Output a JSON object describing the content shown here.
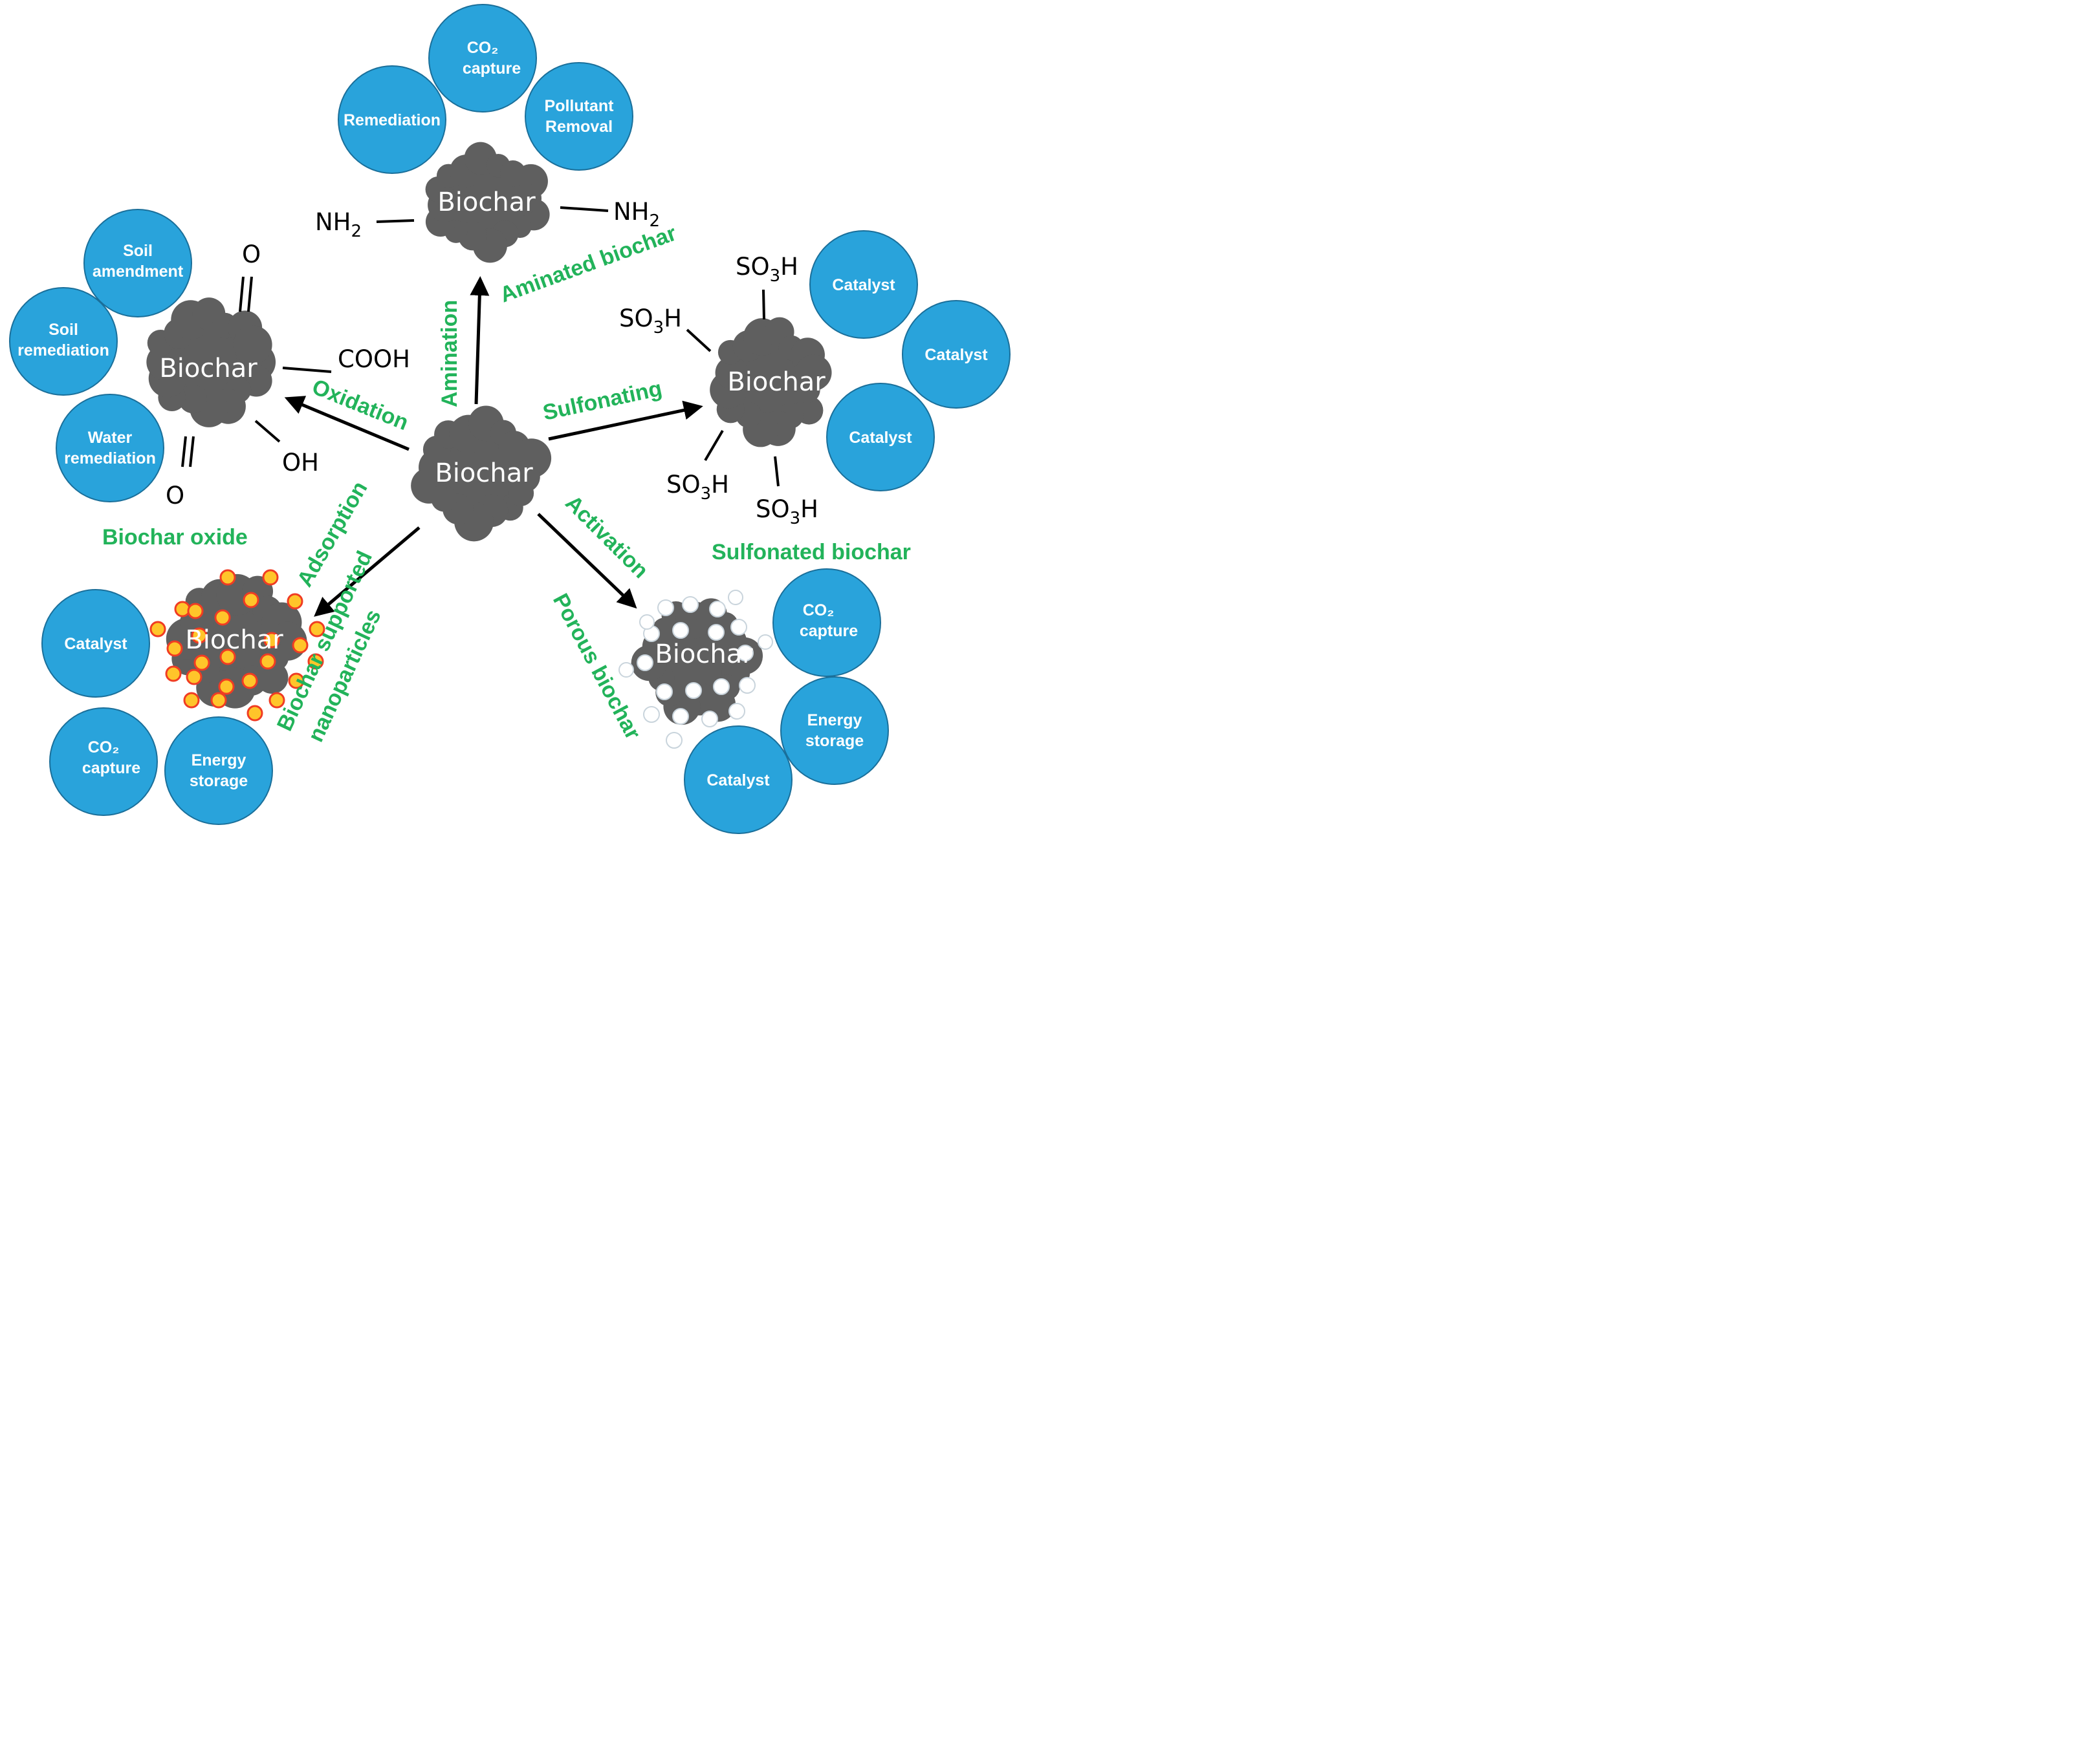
{
  "center": {
    "label": "Biochar"
  },
  "processes": {
    "oxidation": "Oxidation",
    "amination": "Amination",
    "sulfonating": "Sulfonating",
    "adsorption": "Adsorption",
    "activation": "Activation"
  },
  "products": {
    "oxide": {
      "name": "Biochar oxide",
      "core": "Biochar",
      "groups": {
        "o_top": "O",
        "cooh": "COOH",
        "oh": "OH",
        "o_bottom": "O"
      },
      "apps": [
        [
          "Soil",
          "amendment"
        ],
        [
          "Soil",
          "remediation"
        ],
        [
          "Water",
          "remediation"
        ]
      ]
    },
    "aminated": {
      "name": "Aminated biochar",
      "core": "Biochar",
      "groups": {
        "nh2_left": "NH",
        "nh2_right": "NH",
        "sub": "2"
      },
      "apps": [
        [
          "CO₂",
          "capture"
        ],
        [
          "Remediation"
        ],
        [
          "Pollutant",
          "Removal"
        ]
      ]
    },
    "sulfonated": {
      "name": "Sulfonated biochar",
      "core": "Biochar",
      "group_parts": {
        "pre": "SO",
        "sub": "3",
        "post": "H"
      },
      "apps": [
        [
          "Catalyst"
        ],
        [
          "Catalyst"
        ],
        [
          "Catalyst"
        ]
      ]
    },
    "nanoparticles": {
      "name_line1": "Biochar supported",
      "name_line2": "nanoparticles",
      "core": "Biochar",
      "apps": [
        [
          "Catalyst"
        ],
        [
          "CO₂",
          "capture"
        ],
        [
          "Energy",
          "storage"
        ]
      ]
    },
    "porous": {
      "name": "Porous biochar",
      "core": "Biochar",
      "apps": [
        [
          "CO₂",
          "capture"
        ],
        [
          "Energy",
          "storage"
        ],
        [
          "Catalyst"
        ]
      ]
    }
  }
}
